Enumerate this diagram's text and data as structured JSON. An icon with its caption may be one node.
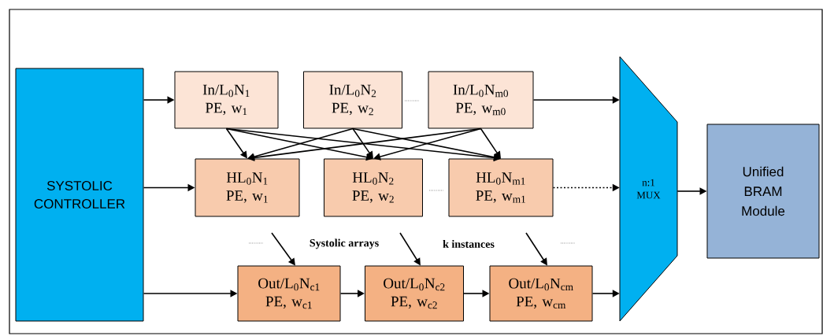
{
  "diagram": {
    "nodes": [
      {
        "text": [
          "SYSTOLIC CONTROLLER"
        ]
      },
      {
        "text": [
          "In/L$_{0}$N$_{1}$",
          "PE, w$_{1}$"
        ]
      },
      {
        "text": [
          "In/L$_{0}$N$_{2}$",
          "PE, w$_{2}$"
        ]
      },
      {
        "text": [
          "In/L$_{0}$N$_{m0}$",
          "PE, w$_{m0}$"
        ]
      },
      {
        "text": [
          "HL$_{0}$N$_{1}$",
          "PE, w$_{1}$"
        ]
      },
      {
        "text": [
          "HL$_{0}$N$_{2}$",
          "PE, w$_{2}$"
        ]
      },
      {
        "text": [
          "HL$_{0}$N$_{m1}$",
          "PE, w$_{m1}$"
        ]
      },
      {
        "text": [
          "Out/L$_{0}$N$_{c1}$",
          "PE, w$_{c1}$"
        ]
      },
      {
        "text": [
          "Out/L$_{0}$N$_{c2}$",
          "PE, w$_{c2}$"
        ]
      },
      {
        "text": [
          "Out/L$_{0}$N$_{cm}$",
          "PE, w$_{cm}$"
        ]
      },
      {
        "text": [
          "n:1 MUX"
        ]
      },
      {
        "text": [
          "Unified BRAM Module"
        ]
      }
    ],
    "edges": [
      {
        "from": 0,
        "to": 1,
        "arrow": "to"
      },
      {
        "from": 0,
        "to": 4,
        "arrow": "to"
      },
      {
        "from": 0,
        "to": 7,
        "arrow": "to"
      },
      {
        "from": 1,
        "to": 4,
        "arrow": "to"
      },
      {
        "from": 1,
        "to": 5,
        "arrow": "to"
      },
      {
        "from": 1,
        "to": 6,
        "arrow": "to"
      },
      {
        "from": 2,
        "to": 4,
        "arrow": "to"
      },
      {
        "from": 2,
        "to": 5,
        "arrow": "to"
      },
      {
        "from": 2,
        "to": 6,
        "arrow": "to"
      },
      {
        "from": 3,
        "to": 4,
        "arrow": "to"
      },
      {
        "from": 3,
        "to": 5,
        "arrow": "to"
      },
      {
        "from": 3,
        "to": 6,
        "arrow": "to"
      },
      {
        "from": 3,
        "to": 10,
        "arrow": "to"
      },
      {
        "from": 6,
        "to": 10,
        "arrow": "to",
        "style": "dashed"
      },
      {
        "from": 7,
        "to": 8,
        "arrow": "to"
      },
      {
        "from": 8,
        "to": 9,
        "arrow": "to"
      },
      {
        "from": 9,
        "to": 10,
        "arrow": "to"
      },
      {
        "from": 10,
        "to": 11,
        "arrow": "to"
      },
      {
        "from": null,
        "to": 7,
        "arrow": "to"
      },
      {
        "from": null,
        "to": 8,
        "arrow": "to"
      },
      {
        "from": null,
        "to": 9,
        "arrow": "to"
      }
    ],
    "labels": [
      "Systolic arrays",
      "k instances"
    ]
  }
}
